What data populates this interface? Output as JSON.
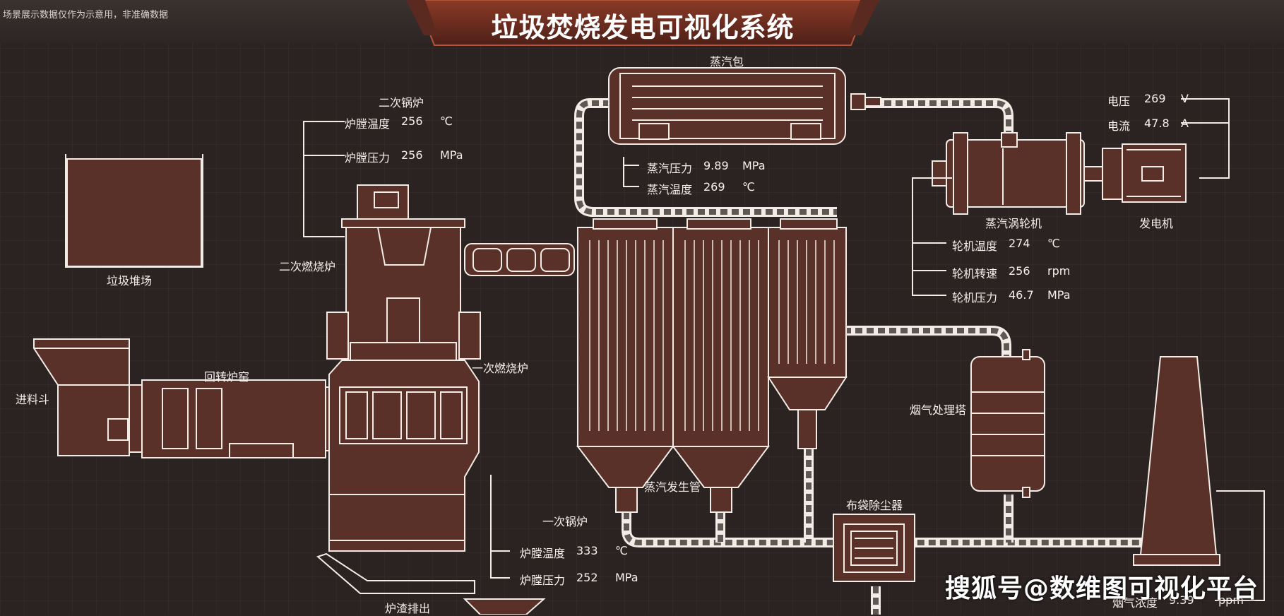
{
  "notice": "场景展示数据仅作为示意用，非准确数据",
  "title": "垃圾焚烧发电可视化系统",
  "labels": {
    "steam_drum": "蒸汽包",
    "secondary_boiler": "二次锅炉",
    "secondary_burner": "二次燃烧炉",
    "garbage_yard": "垃圾堆场",
    "feed_hopper": "进料斗",
    "rotary_kiln": "回转炉窑",
    "primary_burner": "一次燃烧炉",
    "primary_boiler": "一次锅炉",
    "slag_discharge": "炉渣排出",
    "steam_generator_tube": "蒸汽发生管",
    "turbine": "蒸汽涡轮机",
    "generator": "发电机",
    "flue_gas_tower": "烟气处理塔",
    "bag_filter": "布袋除尘器",
    "flue_gas_concentration": "烟气浓度",
    "flue_gas_value": "9.39",
    "flue_gas_unit": "ppm"
  },
  "secondary_boiler_readings": [
    {
      "name": "炉膛温度",
      "value": "256",
      "unit": "℃"
    },
    {
      "name": "炉膛压力",
      "value": "256",
      "unit": "MPa"
    }
  ],
  "primary_boiler_readings": [
    {
      "name": "炉膛温度",
      "value": "333",
      "unit": "℃"
    },
    {
      "name": "炉膛压力",
      "value": "252",
      "unit": "MPa"
    }
  ],
  "steam_readings": [
    {
      "name": "蒸汽压力",
      "value": "9.89",
      "unit": "MPa"
    },
    {
      "name": "蒸汽温度",
      "value": "269",
      "unit": "℃"
    }
  ],
  "turbine_readings": [
    {
      "name": "轮机温度",
      "value": "274",
      "unit": "℃"
    },
    {
      "name": "轮机转速",
      "value": "256",
      "unit": "rpm"
    },
    {
      "name": "轮机压力",
      "value": "46.7",
      "unit": "MPa"
    }
  ],
  "generator_readings": [
    {
      "name": "电压",
      "value": "269",
      "unit": "V"
    },
    {
      "name": "电流",
      "value": "47.8",
      "unit": "A"
    }
  ],
  "watermark": "搜狐号@数维图可视化平台",
  "colors": {
    "background": "#2a2321",
    "equipment_fill": "#5a3128",
    "outline": "#f3ece6",
    "title_banner": "#7a3322"
  }
}
